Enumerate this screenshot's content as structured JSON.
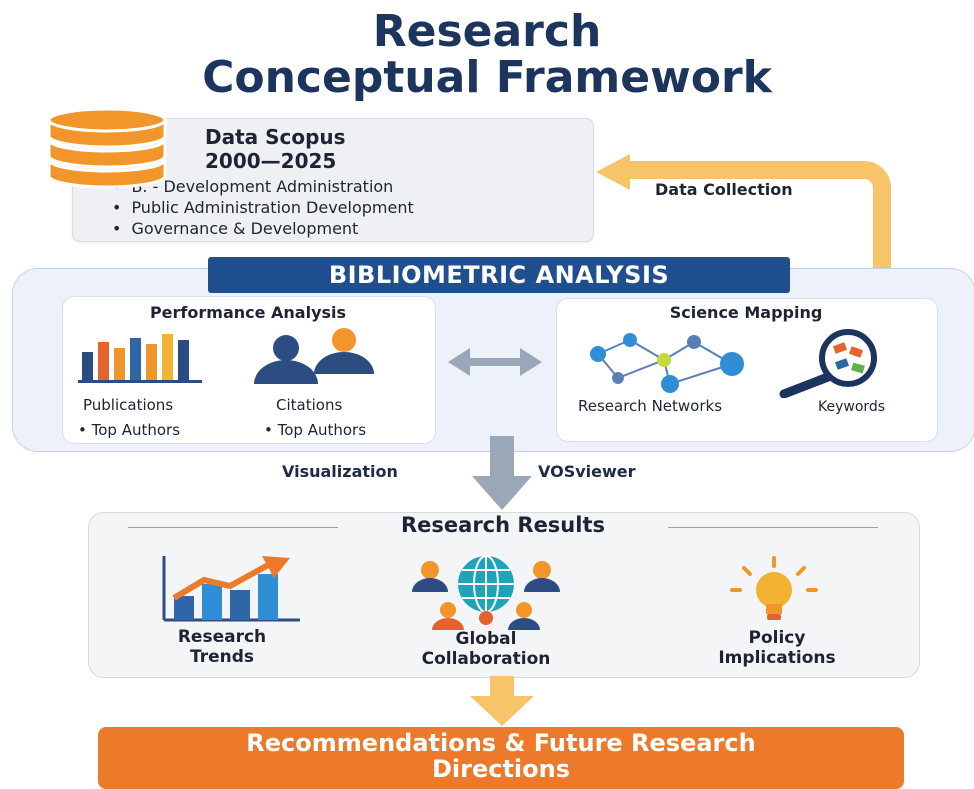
{
  "title": {
    "line1": "Research",
    "line2": "Conceptual Framework"
  },
  "data_source": {
    "title_line1": "Data Scopus",
    "title_line2": "2000—2025",
    "items": [
      "B.  - Development Administration",
      "Public Administration Development",
      "Governance & Development"
    ],
    "icon": "database-icon"
  },
  "data_collection_label": "Data Collection",
  "bibliometric": {
    "banner": "BIBLIOMETRIC ANALYSIS",
    "performance": {
      "title": "Performance Analysis",
      "publications": "Publications",
      "citations": "Citations",
      "sub1": "• Top Authors",
      "sub2": "• Top Authors"
    },
    "science": {
      "title": "Science Mapping",
      "networks": "Research Networks",
      "keywords": "Keywords"
    }
  },
  "visualization_label": "Visualization",
  "vosviewer_label": "VOSviewer",
  "results": {
    "title": "Research Results",
    "trends_line1": "Research",
    "trends_line2": "Trends",
    "collab_line1": "Global",
    "collab_line2": "Collaboration",
    "policy_line1": "Policy",
    "policy_line2": "Implications"
  },
  "recommendations": {
    "line1": "Recommendations & Future Research",
    "line2": "Directions"
  },
  "colors": {
    "navy": "#1c355e",
    "banner_blue": "#1f4f8f",
    "orange": "#ec7a2a",
    "arrow_yellow": "#f7c46a",
    "arrow_gray": "#9aa7b8"
  }
}
